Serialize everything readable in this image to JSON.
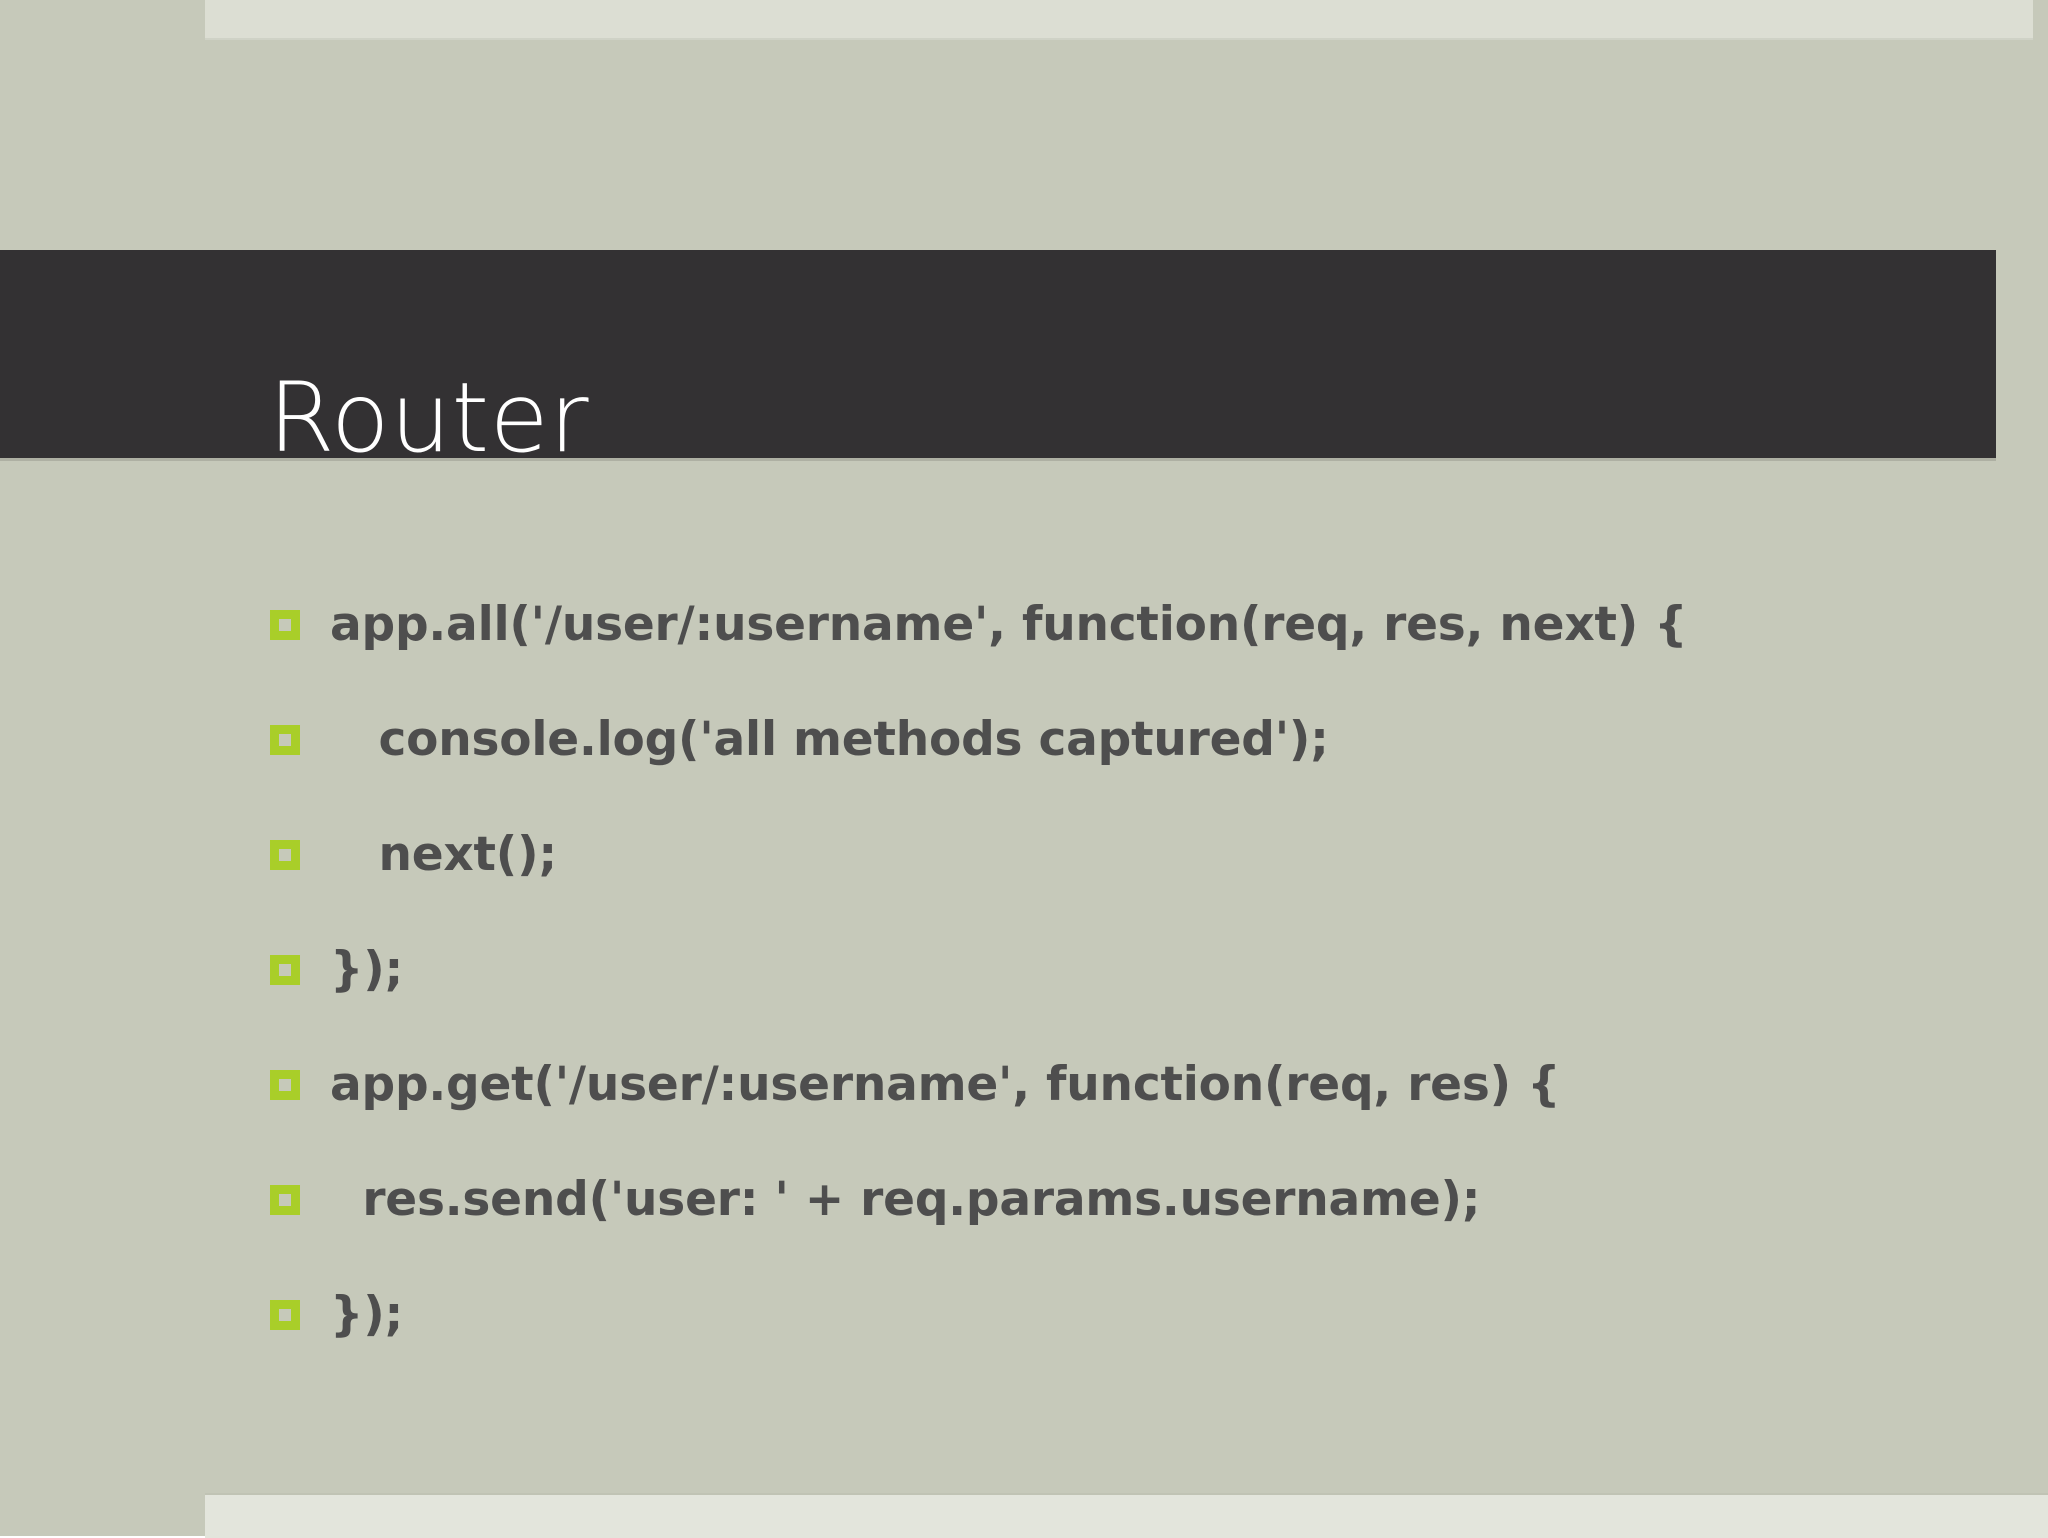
{
  "slide": {
    "title": "Router",
    "theme": {
      "background_color": "#c6c9ba",
      "band_color": "#333133",
      "title_text_color": "#ffffff",
      "body_text_color": "#4e4e4e",
      "bullet_color": "#a9ce29",
      "accent_strip_color": "#dcded3"
    },
    "bullets": [
      {
        "text": "app.all('/user/:username', function(req, res, next) {",
        "bullet": "square-outline-bullet-icon"
      },
      {
        "text": "   console.log('all methods captured');",
        "bullet": "square-outline-bullet-icon"
      },
      {
        "text": "   next();",
        "bullet": "square-outline-bullet-icon"
      },
      {
        "text": "});",
        "bullet": "square-outline-bullet-icon"
      },
      {
        "text": "app.get('/user/:username', function(req, res) {",
        "bullet": "square-outline-bullet-icon"
      },
      {
        "text": "  res.send('user: ' + req.params.username);",
        "bullet": "square-outline-bullet-icon"
      },
      {
        "text": "});",
        "bullet": "square-outline-bullet-icon"
      }
    ]
  }
}
